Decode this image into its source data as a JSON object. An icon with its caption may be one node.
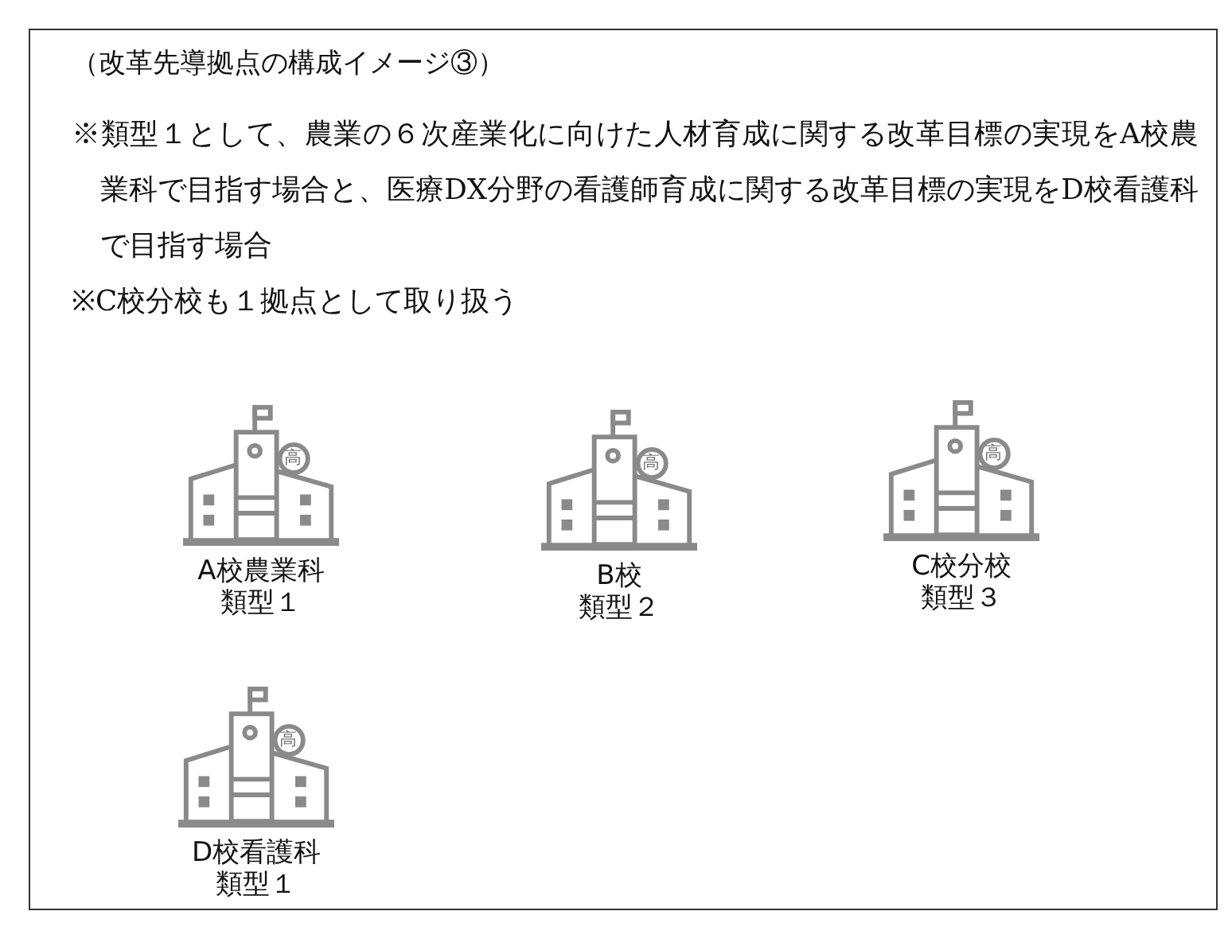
{
  "diagram": {
    "title": "（改革先導拠点の構成イメージ③）",
    "nodes": [
      {
        "text": [
          "高",
          "A校農業科",
          "類型１"
        ]
      },
      {
        "text": [
          "高",
          "B校",
          "類型２"
        ]
      },
      {
        "text": [
          "高",
          "C校分校",
          "類型３"
        ]
      },
      {
        "text": [
          "高",
          "D校看護科",
          "類型１"
        ]
      }
    ],
    "labels": [
      "※類型１として、農業の６次産業化に向けた人材育成に関する改革目標の実現をA校農業科で目指す場合と、医療DX分野の看護師育成に関する改革目標の実現をD校看護科で目指す場合",
      "※C校分校も１拠点として取り扱う"
    ]
  }
}
